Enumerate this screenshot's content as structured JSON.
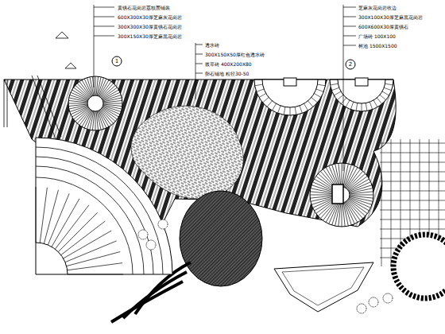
{
  "diagram": {
    "labels": [
      "黄锈石花岗岩荔枝面铺装",
      "600X300X30厚芝麻灰花岗岩",
      "300X300X30厚黄锈石花岗岩",
      "300X150X30厚芝麻黑花岗岩",
      "透水砖",
      "300X150X50厚红色透水砖",
      "嵌草砖 400X200X80",
      "卵石铺地 粒径30-50",
      "芝麻灰花岗岩收边",
      "300X100X30厚芝麻黑花岗岩",
      "600X600X30厚黄锈石",
      "广场砖 100X100",
      "树池 1500X1500",
      "1",
      "2"
    ]
  }
}
